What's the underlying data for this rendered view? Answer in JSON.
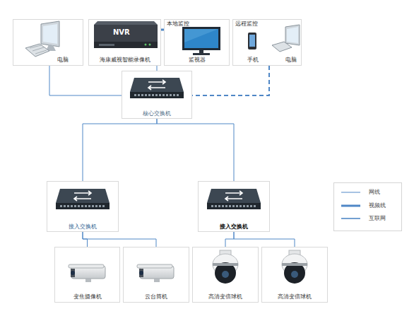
{
  "diagram": {
    "nodes": [
      {
        "text": [
          "电脑"
        ]
      },
      {
        "text": [
          "海康威视智能录像机"
        ]
      },
      {
        "text": [
          "本地监控",
          "监视器"
        ]
      },
      {
        "text": [
          "远程监控",
          "手机",
          "电脑"
        ]
      },
      {
        "text": [
          "核心交换机"
        ]
      },
      {
        "text": [
          "接入交换机"
        ]
      },
      {
        "text": [
          "接入交换机"
        ]
      },
      {
        "text": [
          "变焦摄像机"
        ]
      },
      {
        "text": [
          "云台筒机"
        ]
      },
      {
        "text": [
          "高清变倍球机"
        ]
      },
      {
        "text": [
          "高清变倍球机"
        ]
      }
    ],
    "edges": [
      {
        "from": 0,
        "to": 4,
        "arrow": "none"
      },
      {
        "from": 1,
        "to": 2,
        "arrow": "none"
      },
      {
        "from": 1,
        "to": 4,
        "arrow": "none"
      },
      {
        "from": 3,
        "to": 4,
        "arrow": "none"
      },
      {
        "from": 4,
        "to": 5,
        "arrow": "none"
      },
      {
        "from": 4,
        "to": 6,
        "arrow": "none"
      },
      {
        "from": 5,
        "to": 7,
        "arrow": "none"
      },
      {
        "from": 5,
        "to": 8,
        "arrow": "none"
      },
      {
        "from": 6,
        "to": 9,
        "arrow": "none"
      },
      {
        "from": 6,
        "to": 10,
        "arrow": "none"
      }
    ],
    "labels": [
      "NVR"
    ],
    "legend": [
      {
        "text": "网线"
      },
      {
        "text": "视频线"
      },
      {
        "text": "互联网"
      }
    ]
  }
}
